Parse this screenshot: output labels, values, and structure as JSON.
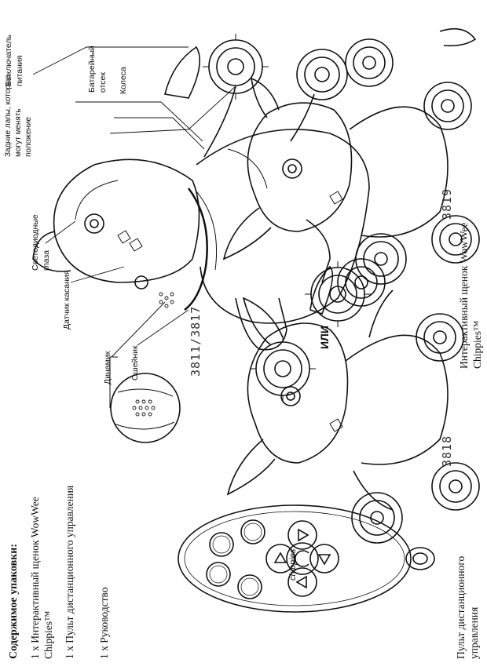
{
  "contents": {
    "title": "Содержимое упаковки:",
    "items": [
      "1 x Интерактивный щенок WowWee Chippies™",
      "1 x Пульт дистанционного управления",
      "1 x Руководство"
    ]
  },
  "remote_caption": "Пульт дистанционного управления",
  "remote_brand": "chippies",
  "callouts": {
    "leds": "Светодиодные глаза",
    "touch_sensor": "Датчик касания",
    "speaker": "Динамик",
    "collar": "Ошейник",
    "power_switch": "Выключатель питания",
    "rear_legs": "Задние лапы, которые могут менять положение",
    "battery": "Батарейный отсек",
    "wheels": "Колеса"
  },
  "models": {
    "main": "3811/3817",
    "left": "3818",
    "right": "3819"
  },
  "or_label": "ИЛИ",
  "puppy_caption": "Интерактивный щенок WowWee Chippies™",
  "colors": {
    "ink": "#111111",
    "paper": "#ffffff"
  }
}
